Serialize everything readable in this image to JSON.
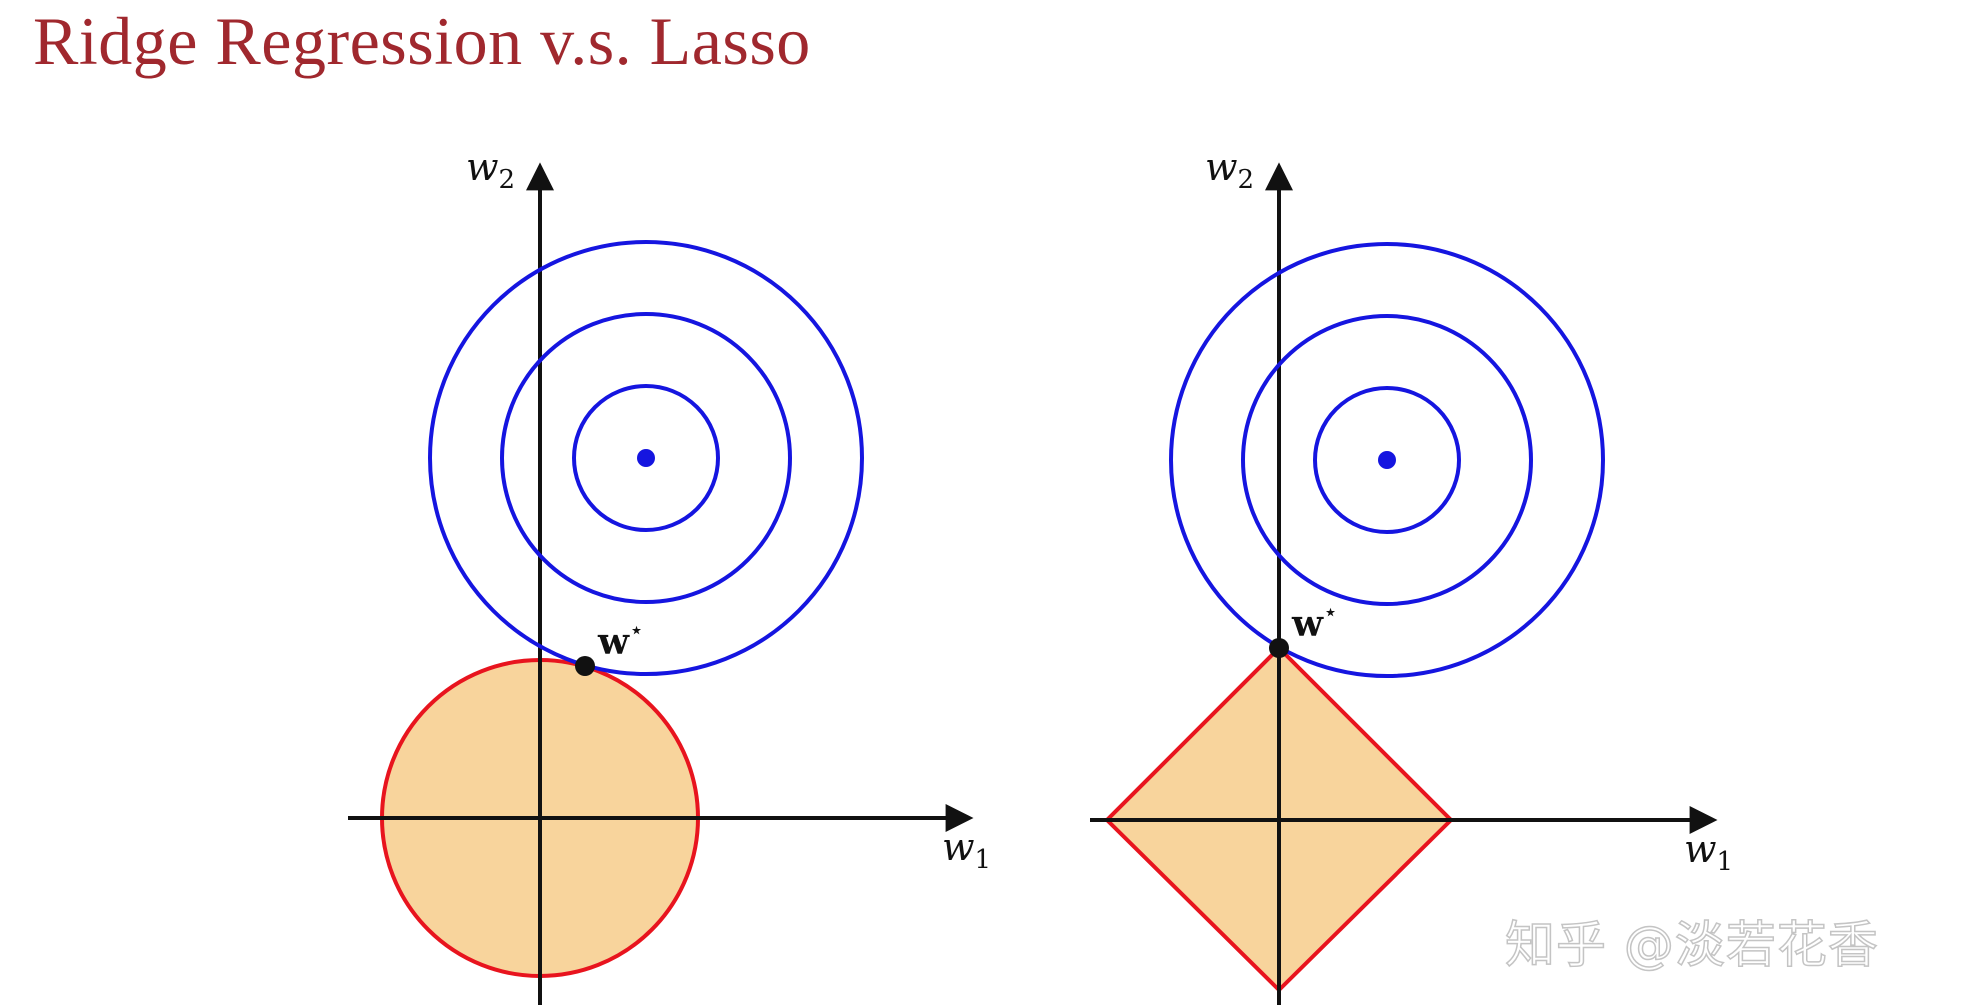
{
  "title": "Ridge Regression v.s. Lasso",
  "colors": {
    "title": "#a0282e",
    "contour": "#1515e0",
    "constraint_stroke": "#e8141e",
    "constraint_fill": "#f8d49c",
    "axis": "#111111",
    "optimum_point": "#111111"
  },
  "panels": [
    {
      "name": "ridge",
      "constraint_shape": "circle",
      "x_axis_label": "w",
      "x_axis_subscript": "1",
      "y_axis_label": "w",
      "y_axis_subscript": "2",
      "point_label": "w",
      "point_label_superscript": "⋆"
    },
    {
      "name": "lasso",
      "constraint_shape": "diamond",
      "x_axis_label": "w",
      "x_axis_subscript": "1",
      "y_axis_label": "w",
      "y_axis_subscript": "2",
      "point_label": "w",
      "point_label_superscript": "⋆"
    }
  ],
  "watermark": "知乎 @淡若花香"
}
